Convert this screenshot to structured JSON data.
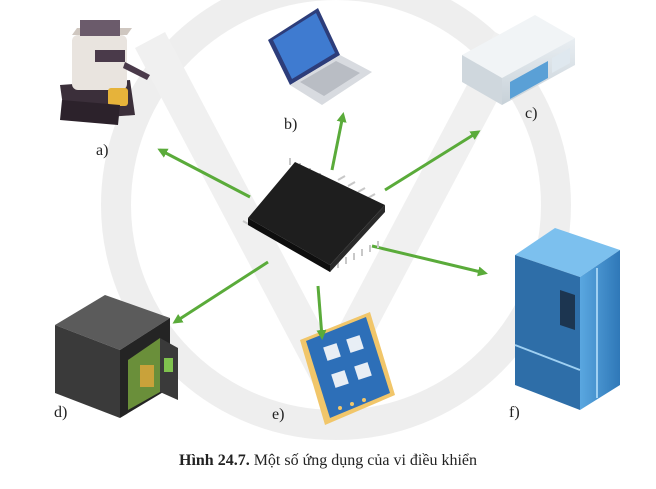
{
  "labels": {
    "a": "a)",
    "b": "b)",
    "c": "c)",
    "d": "d)",
    "e": "e)",
    "f": "f)"
  },
  "caption": {
    "number": "Hình 24.7.",
    "text": " Một số ứng dụng của vi điều khiển"
  },
  "colors": {
    "arrow": "#5aab3a",
    "chip": "#1f1f1f",
    "fridge": "#3d87c7",
    "safe": "#2f2f2f"
  }
}
